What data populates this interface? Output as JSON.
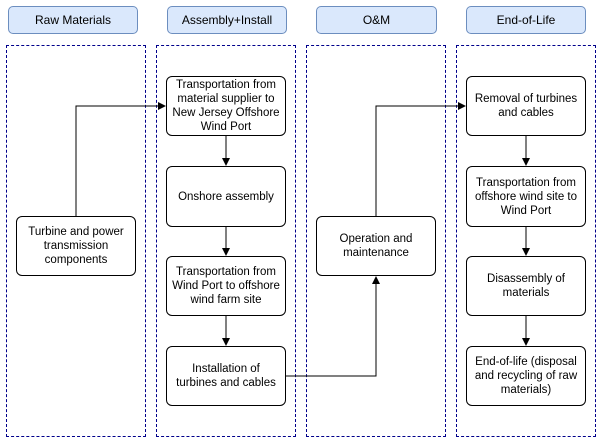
{
  "lanes": [
    {
      "header": "Raw Materials"
    },
    {
      "header": "Assembly+Install"
    },
    {
      "header": "O&M"
    },
    {
      "header": "End-of-Life"
    }
  ],
  "nodes": {
    "raw_components": "Turbine and power transmission components",
    "transport_supplier_to_port": "Transportation from material supplier to New Jersey Offshore Wind Port",
    "onshore_assembly": "Onshore assembly",
    "transport_port_to_site": "Transportation from Wind Port to offshore wind farm site",
    "installation": "Installation of turbines and cables",
    "operation": "Operation and maintenance",
    "removal": "Removal of turbines and cables",
    "transport_site_to_port": "Transportation from offshore wind site to Wind Port",
    "disassembly": "Disassembly of materials",
    "end_of_life": "End-of-life (disposal and recycling of raw materials)"
  },
  "colors": {
    "header_fill": "#dae8fc",
    "header_border": "#6c8ebf",
    "lane_border": "#00008b"
  }
}
